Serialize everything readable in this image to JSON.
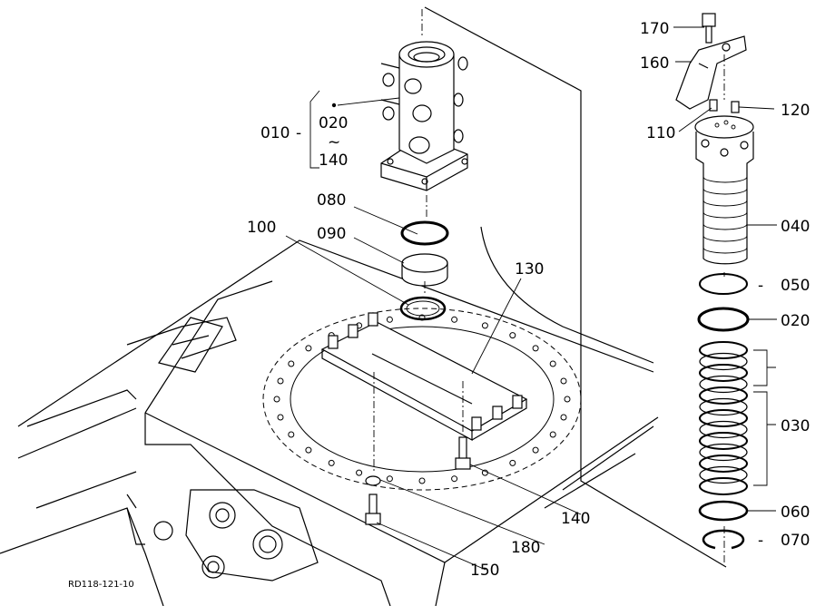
{
  "diagram": {
    "drawing_code": "RD118-121-10",
    "labels": {
      "p010": "010",
      "p010_dash": "-",
      "p020_range_start": "020",
      "p020_range_tilde": "~",
      "p020_range_end": "140",
      "p080": "080",
      "p090": "090",
      "p100": "100",
      "p130": "130",
      "p140": "140",
      "p150": "150",
      "p180": "180",
      "p170": "170",
      "p160": "160",
      "p110": "110",
      "p120": "120",
      "p040": "040",
      "p050": "050",
      "p050_dash": "-",
      "p020": "020",
      "p030": "030",
      "p060": "060",
      "p070": "070",
      "p070_dash": "-"
    }
  }
}
